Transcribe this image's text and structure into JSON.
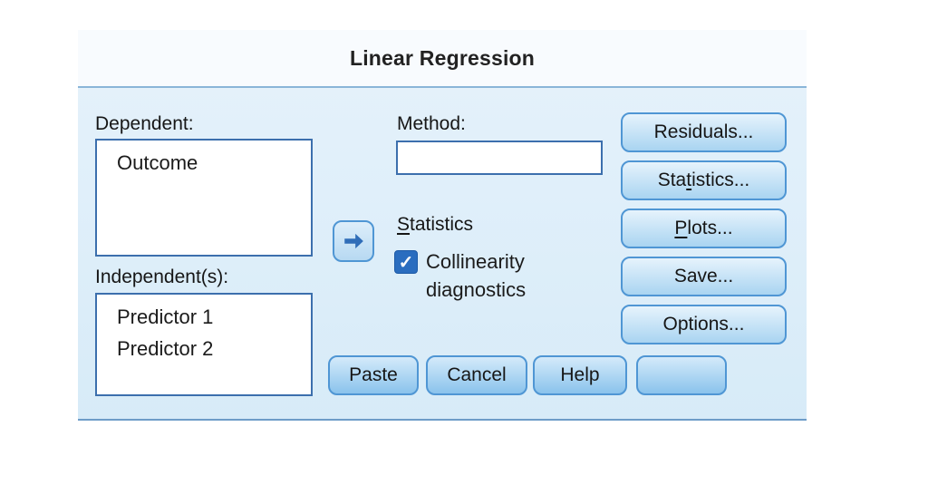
{
  "dialog": {
    "title": "Linear Regression",
    "left_panel": {
      "dependent_label": "Dependent:",
      "dependent_items": [
        "Outcome"
      ],
      "independent_label": "Independent(s):",
      "independent_items": [
        "Predictor 1",
        "Predictor 2"
      ]
    },
    "center_panel": {
      "method_label": "Method:",
      "method_value": "",
      "statistics_group": {
        "pre": "",
        "underline": "S",
        "post": "tatistics"
      },
      "collinearity_label": "Collinearity diagnostics",
      "collinearity_checked": true
    },
    "icons": {
      "checkmark": "✓",
      "move_arrow": "right-arrow"
    },
    "right_buttons": [
      {
        "pre": "Residuals...",
        "underline": "",
        "post": ""
      },
      {
        "pre": "Sta",
        "underline": "t",
        "post": "istics..."
      },
      {
        "pre": "",
        "underline": "P",
        "post": "lots..."
      },
      {
        "pre": "Save...",
        "underline": "",
        "post": ""
      },
      {
        "pre": "Options...",
        "underline": "",
        "post": ""
      }
    ],
    "bottom_buttons": [
      {
        "label": "Paste"
      },
      {
        "label": "Cancel"
      },
      {
        "label": "Help"
      },
      {
        "label": ""
      }
    ],
    "colors": {
      "body_bg": "#d9ecf8",
      "titlebar_bg": "#f8fbfe",
      "divider_blue": "#8ab5d9",
      "box_border": "#3c6fad",
      "button_border": "#4f96d4",
      "checkbox_blue": "#2a6dbf",
      "arrow_blue": "#2f6db8"
    }
  }
}
